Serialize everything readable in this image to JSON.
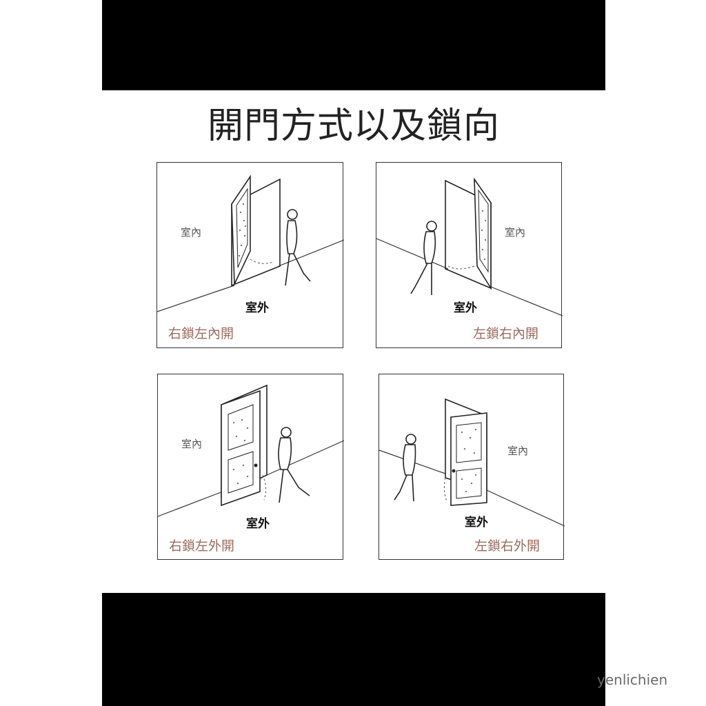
{
  "title": "開門方式以及鎖向",
  "panels": [
    {
      "indoor": "室內",
      "outdoor": "室外",
      "caption": "右鎖左內開"
    },
    {
      "indoor": "室內",
      "outdoor": "室外",
      "caption": "左鎖右內開"
    },
    {
      "indoor": "室內",
      "outdoor": "室外",
      "caption": "右鎖左外開"
    },
    {
      "indoor": "室內",
      "outdoor": "室外",
      "caption": "左鎖右外開"
    }
  ],
  "watermark": "yenlichien"
}
